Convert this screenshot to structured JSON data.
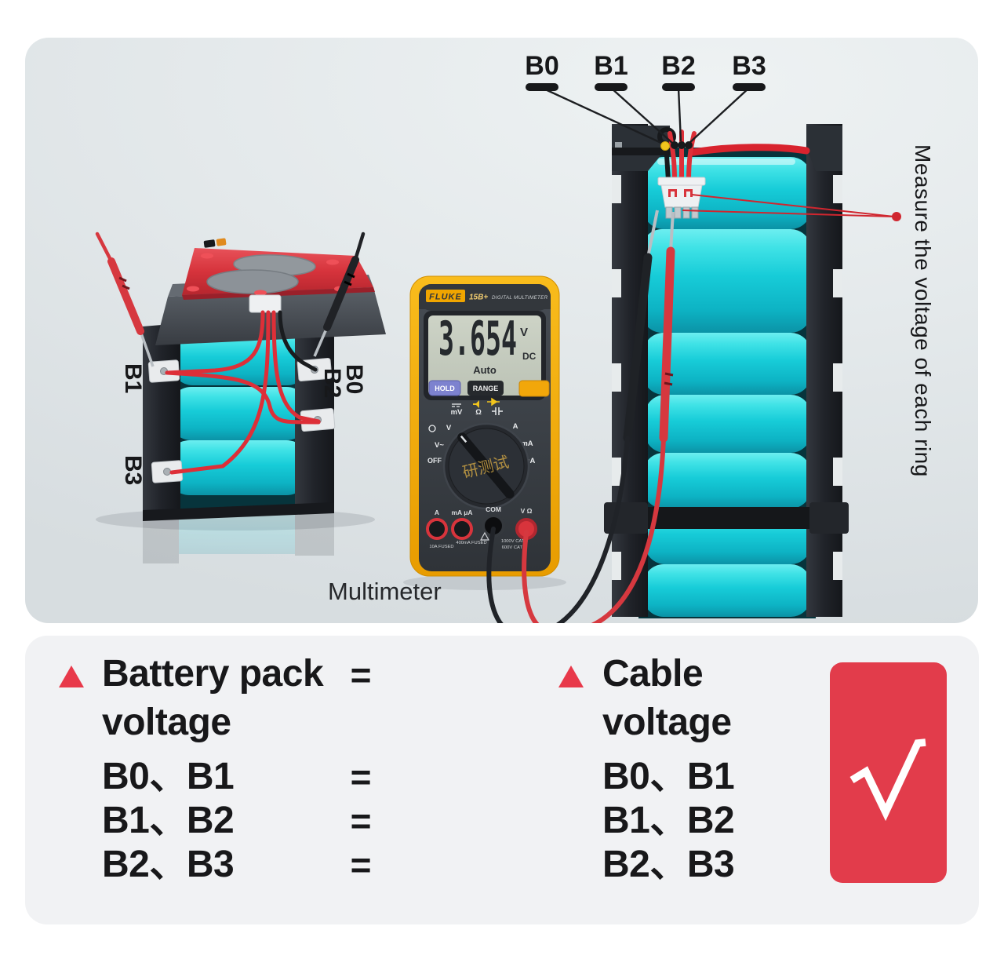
{
  "photo": {
    "probe_labels": [
      "B0",
      "B1",
      "B2",
      "B3"
    ],
    "left_pack_labels": {
      "b1": "B1",
      "b3": "B3",
      "right_top": "B0",
      "right_bottom": "B2"
    },
    "note": "Measure the voltage of each ring",
    "caption": "Multimeter"
  },
  "multimeter": {
    "brand": "FLUKE",
    "model": "15B+",
    "kind": "DIGITAL MULTIMETER",
    "lcd": {
      "reading": "3.654",
      "unit": "V",
      "mode": "DC",
      "range": "Auto"
    },
    "buttons": {
      "hold": "HOLD",
      "range": "RANGE"
    },
    "dial": {
      "mv": "mV",
      "ohm": "Ω",
      "v_dc": "V",
      "v_ac": "V~",
      "off": "OFF",
      "a": "A",
      "ma": "mA",
      "ua": "μA"
    },
    "watermark": "研测试",
    "jacks": {
      "a": "A",
      "ma_ua": "mA μA",
      "com": "COM",
      "v_ohm": "V Ω"
    },
    "markings": {
      "fuse_a": "10A FUSED",
      "fuse_ma": "400mA FUSED",
      "cat2": "1000V CAT II",
      "cat3": "600V CAT III"
    }
  },
  "summary": {
    "equals": "=",
    "left": {
      "title_line1": "Battery pack",
      "title_line2": "voltage",
      "rows": [
        "B0、B1",
        "B1、B2",
        "B2、B3"
      ]
    },
    "right": {
      "title_line1": "Cable",
      "title_line2": "voltage",
      "rows": [
        "B0、B1",
        "B1、B2",
        "B2、B3"
      ]
    },
    "check": "√"
  },
  "colors": {
    "accent_red": "#e23c4b",
    "cell_cyan": "#1fd3de",
    "meter_yellow": "#f2a70a",
    "panel_gray": "#f1f2f4"
  }
}
